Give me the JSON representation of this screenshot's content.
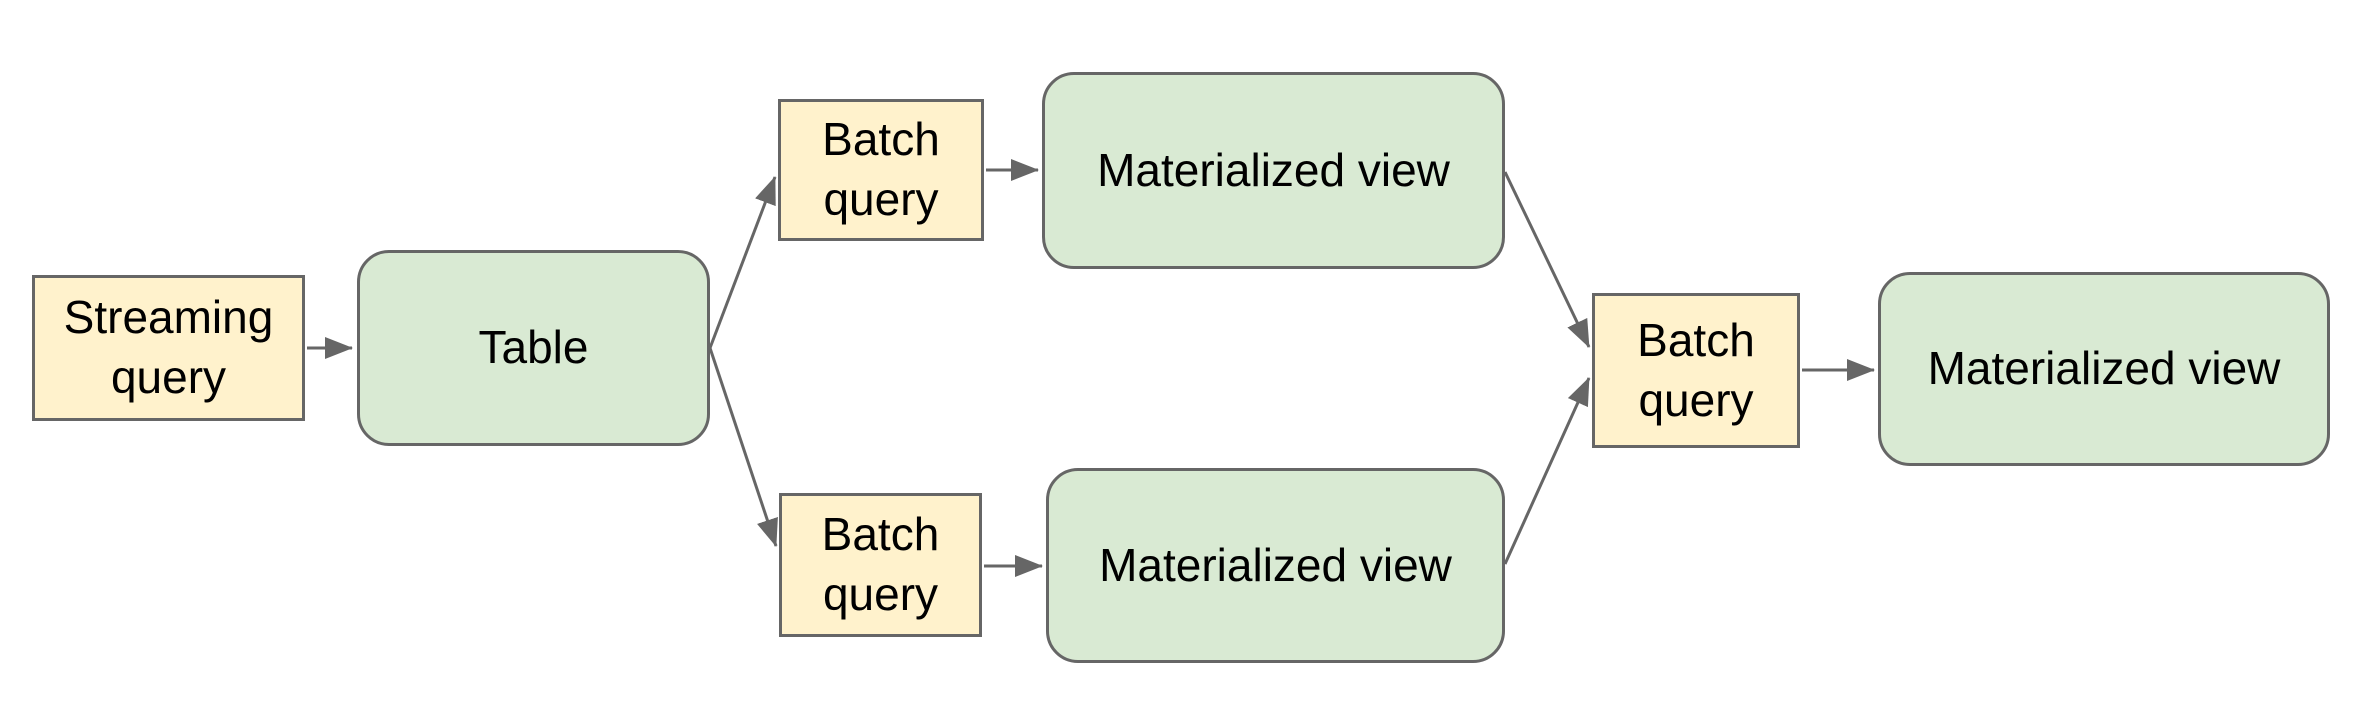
{
  "diagram": {
    "type": "flowchart",
    "background_color": "#ffffff",
    "palette": {
      "query_box_fill": "#fff2cc",
      "data_box_fill": "#d9ead3",
      "border_color": "#666666",
      "arrow_color": "#666666",
      "text_color": "#000000"
    },
    "nodes": {
      "streaming_query": {
        "label": "Streaming query",
        "shape": "rectangle",
        "fill": "#fff2cc"
      },
      "table": {
        "label": "Table",
        "shape": "rounded-rectangle",
        "fill": "#d9ead3"
      },
      "batch_query_top": {
        "label": "Batch query",
        "shape": "rectangle",
        "fill": "#fff2cc"
      },
      "materialized_view_top": {
        "label": "Materialized view",
        "shape": "rounded-rectangle",
        "fill": "#d9ead3"
      },
      "batch_query_bottom": {
        "label": "Batch query",
        "shape": "rectangle",
        "fill": "#fff2cc"
      },
      "materialized_view_bottom": {
        "label": "Materialized view",
        "shape": "rounded-rectangle",
        "fill": "#d9ead3"
      },
      "batch_query_right": {
        "label": "Batch query",
        "shape": "rectangle",
        "fill": "#fff2cc"
      },
      "materialized_view_right": {
        "label": "Materialized view",
        "shape": "rounded-rectangle",
        "fill": "#d9ead3"
      }
    },
    "edges": [
      {
        "from": "streaming_query",
        "to": "table"
      },
      {
        "from": "table",
        "to": "batch_query_top"
      },
      {
        "from": "table",
        "to": "batch_query_bottom"
      },
      {
        "from": "batch_query_top",
        "to": "materialized_view_top"
      },
      {
        "from": "batch_query_bottom",
        "to": "materialized_view_bottom"
      },
      {
        "from": "materialized_view_top",
        "to": "batch_query_right"
      },
      {
        "from": "materialized_view_bottom",
        "to": "batch_query_right"
      },
      {
        "from": "batch_query_right",
        "to": "materialized_view_right"
      }
    ]
  }
}
